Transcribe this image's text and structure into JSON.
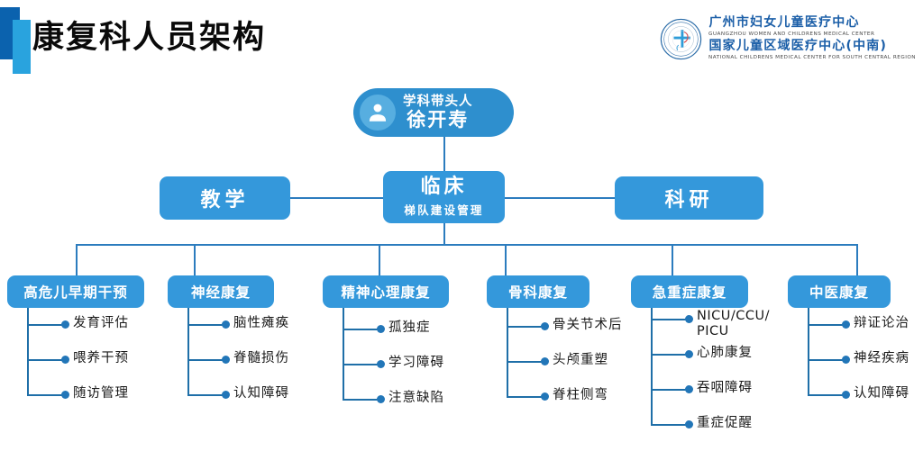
{
  "header": {
    "title": "康复科人员架构",
    "accent_dark": "#0B62AE",
    "accent_light": "#29A3DE"
  },
  "logo": {
    "seal_icon": "hospital-seal-icon",
    "line1_cn": "广州市妇女儿童医疗中心",
    "line1_en": "GUANGZHOU WOMEN AND CHILDRENS MEDICAL CENTER",
    "line2_cn": "国家儿童区域医疗中心(中南)",
    "line2_en": "NATIONAL CHILDRENS MEDICAL CENTER FOR SOUTH CENTRAL REGION"
  },
  "colors": {
    "node_fill": "#3498DB",
    "root_fill": "#2E8FCE",
    "avatar_fill": "#57AEE0",
    "connector": "#2C7CBE",
    "connector_dark": "#1F6FA8",
    "leaf_dot": "#2276B8",
    "leaf_text": "#1A1A1A"
  },
  "root": {
    "avatar_icon": "person-icon",
    "role": "学科带头人",
    "name": "徐开寿"
  },
  "level2": [
    {
      "label": "教学",
      "sub": ""
    },
    {
      "label": "临床",
      "sub": "梯队建设管理"
    },
    {
      "label": "科研",
      "sub": ""
    }
  ],
  "departments": [
    {
      "label": "高危儿早期干预",
      "items": [
        "发育评估",
        "喂养干预",
        "随访管理"
      ]
    },
    {
      "label": "神经康复",
      "items": [
        "脑性瘫痪",
        "脊髓损伤",
        "认知障碍"
      ]
    },
    {
      "label": "精神心理康复",
      "items": [
        "孤独症",
        "学习障碍",
        "注意缺陷"
      ]
    },
    {
      "label": "骨科康复",
      "items": [
        "骨关节术后",
        "头颅重塑",
        "脊柱侧弯"
      ]
    },
    {
      "label": "急重症康复",
      "items": [
        "NICU/CCU/\nPICU",
        "心肺康复",
        "吞咽障碍",
        "重症促醒"
      ]
    },
    {
      "label": "中医康复",
      "items": [
        "辩证论治",
        "神经疾病",
        "认知障碍"
      ]
    }
  ]
}
